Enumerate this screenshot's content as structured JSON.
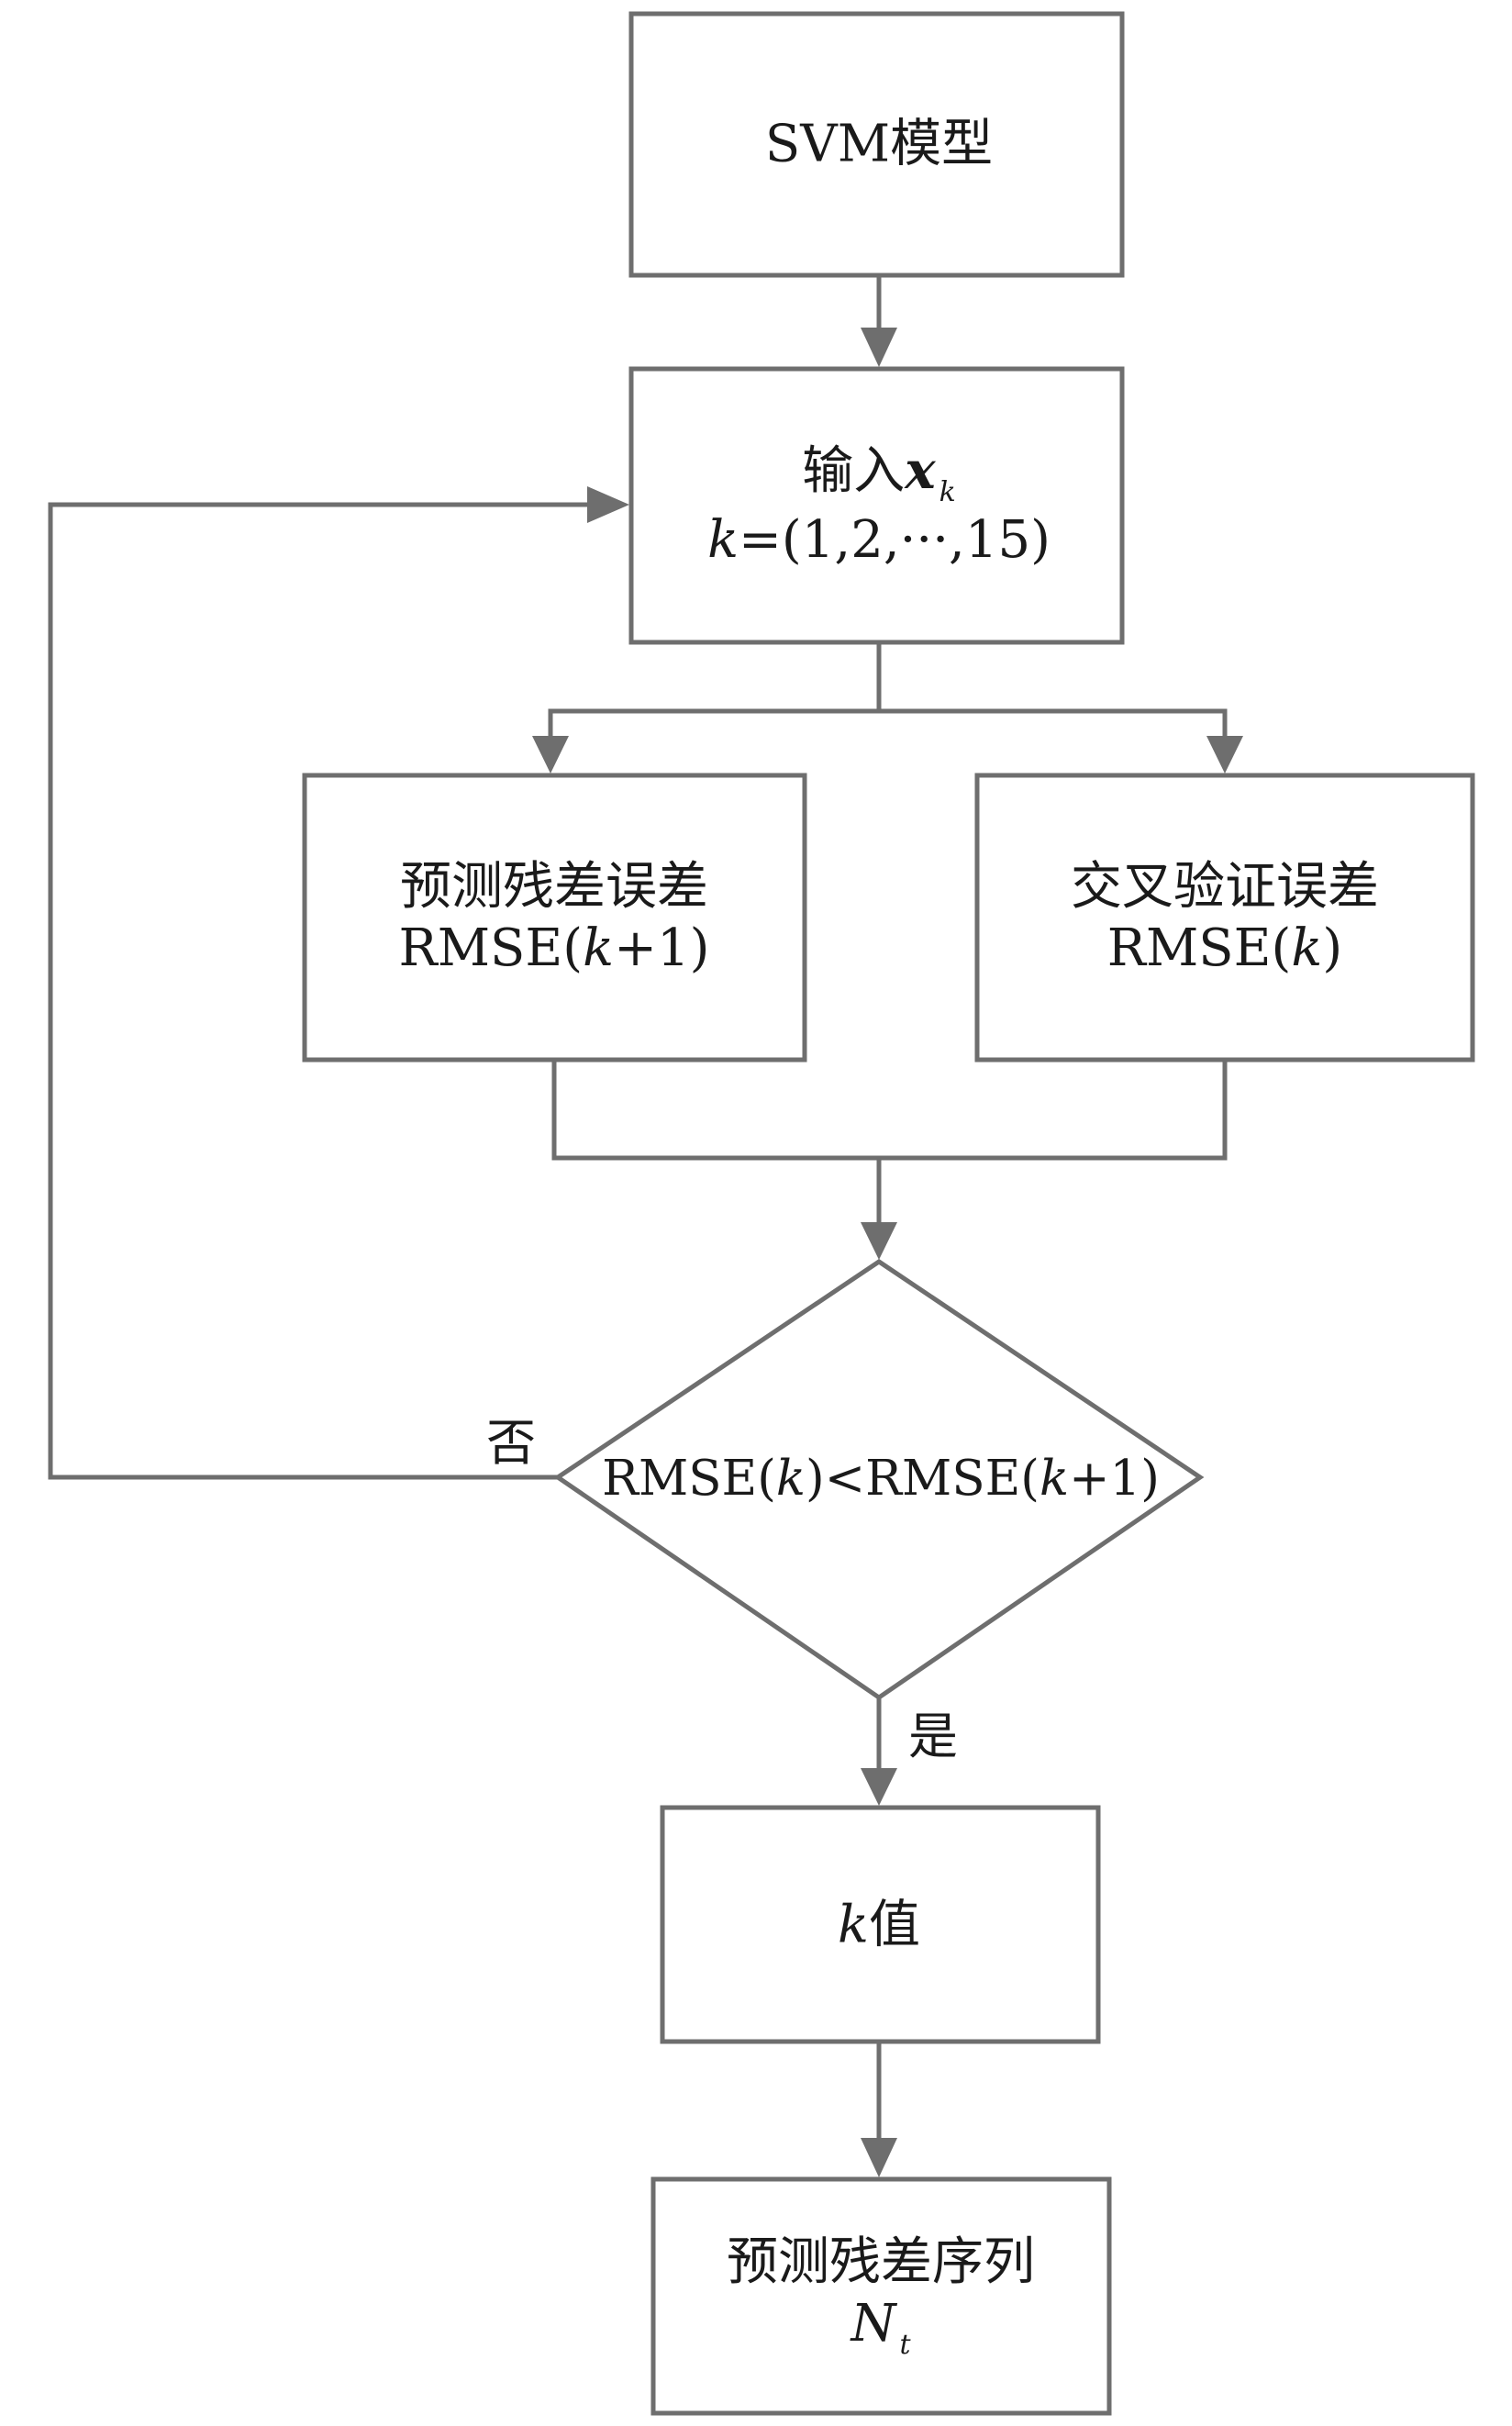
{
  "nodes": {
    "svm_model": {
      "text": "SVM模型"
    },
    "input": {
      "prefix": "输入",
      "var": "x",
      "sub": "k",
      "range_var": "k",
      "range_text": "=(1,2,···,15)"
    },
    "pred_error": {
      "line1": "预测残差误差",
      "line2_pre": "RMSE(",
      "line2_var": "k",
      "line2_post": "+1)"
    },
    "cv_error": {
      "line1": "交叉验证误差",
      "line2_pre": "RMSE(",
      "line2_var": "k",
      "line2_post": ")"
    },
    "decision": {
      "p1": "RMSE(",
      "v1": "k",
      "p2": ")<RMSE(",
      "v2": "k",
      "p3": "+1)"
    },
    "k_value": {
      "var": "k",
      "suffix": "值"
    },
    "result": {
      "line1": "预测残差序列",
      "var": "N",
      "sub": "t"
    }
  },
  "edge_labels": {
    "no": "否",
    "yes": "是"
  }
}
